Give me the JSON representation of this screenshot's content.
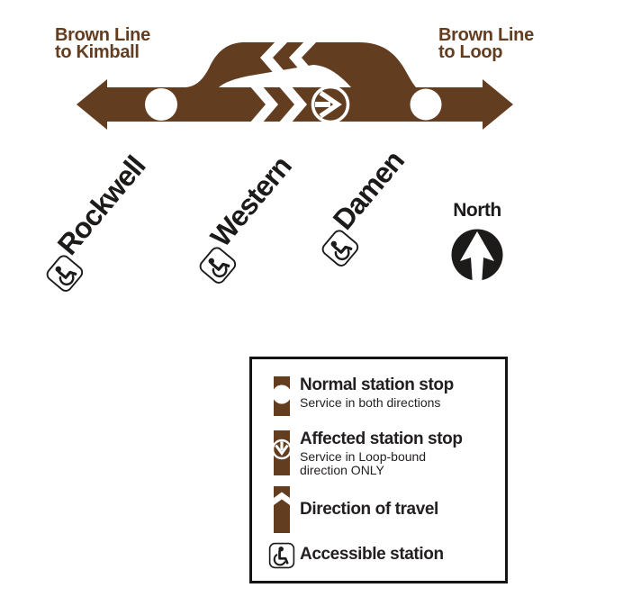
{
  "colors": {
    "line_brown": "#633d20",
    "ink_black": "#231f20"
  },
  "map": {
    "left_terminal": {
      "lines": [
        "Brown Line",
        "to Kimball"
      ]
    },
    "right_terminal": {
      "lines": [
        "Brown Line",
        "to Loop"
      ]
    },
    "stations": [
      {
        "name": "Rockwell",
        "stop_type": "normal",
        "accessible": true
      },
      {
        "name": "Western",
        "stop_type": "affected",
        "accessible": true
      },
      {
        "name": "Damen",
        "stop_type": "normal",
        "accessible": true
      }
    ],
    "compass": {
      "label": "North"
    }
  },
  "icons": {
    "normal_stop": "white-circle-on-brown-line",
    "affected_stop": "white-ring-with-right-arrow",
    "direction_of_travel": "chevron-cut-in-brown-bar",
    "accessible": "wheelchair-symbol-in-rounded-square",
    "north_arrow": "white-up-arrow-in-black-circle"
  },
  "legend": {
    "items": [
      {
        "title": "Normal station stop",
        "description": "Service in both directions",
        "icon": "normal-station-stop-icon"
      },
      {
        "title": "Affected station stop",
        "description": "Service in Loop-bound direction ONLY",
        "icon": "affected-station-stop-icon"
      },
      {
        "title": "Direction of travel",
        "description": "",
        "icon": "direction-of-travel-icon"
      },
      {
        "title": "Accessible station",
        "description": "",
        "icon": "accessible-station-icon"
      }
    ]
  }
}
